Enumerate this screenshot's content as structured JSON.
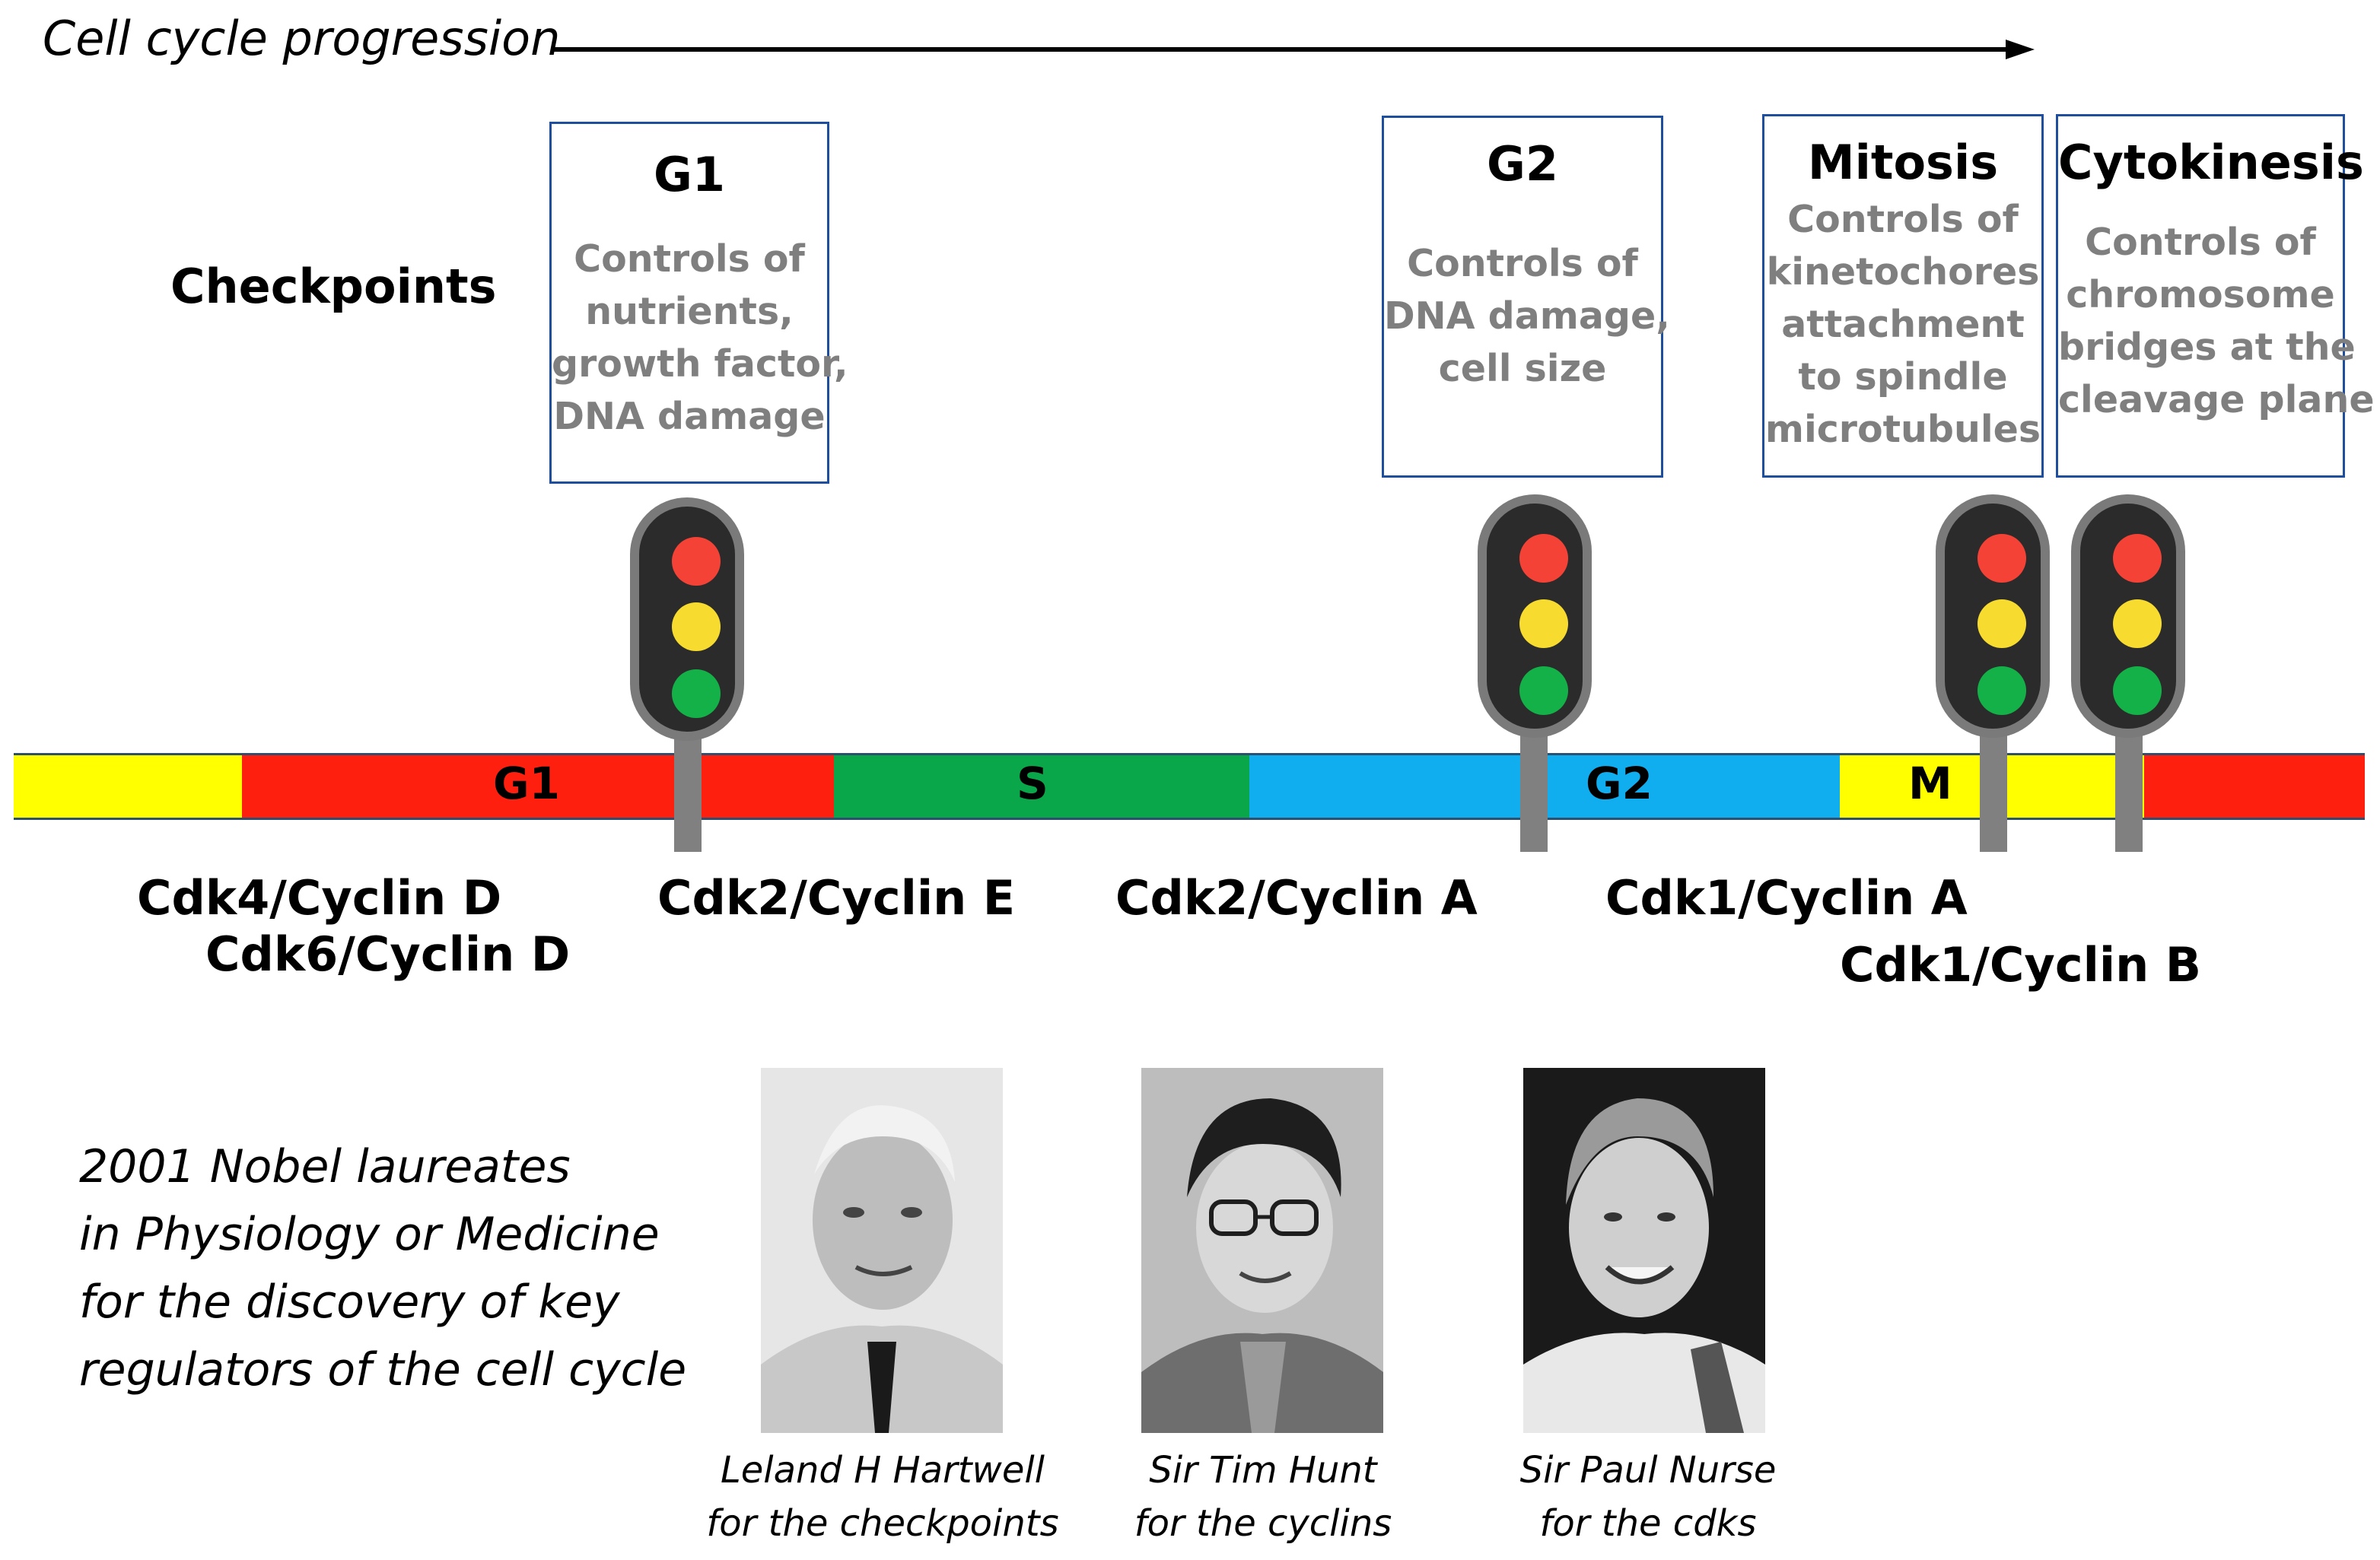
{
  "progress": {
    "title": "Cell cycle progression"
  },
  "checkpoints_label": "Checkpoints",
  "checkpoint_boxes": [
    {
      "title": "G1",
      "desc": [
        "Controls of",
        "nutrients,",
        "growth factor,",
        "DNA damage"
      ]
    },
    {
      "title": "G2",
      "desc": [
        "Controls of",
        "DNA damage,",
        "cell size"
      ]
    },
    {
      "title": "Mitosis",
      "desc": [
        "Controls of",
        "kinetochores",
        "attachment",
        "to spindle",
        "microtubules"
      ]
    },
    {
      "title": "Cytokinesis",
      "desc": [
        "Controls of",
        "chromosome",
        "bridges at the",
        "cleavage plane"
      ]
    }
  ],
  "timeline": {
    "phases": [
      {
        "label": "G1",
        "color": "#ff1f0f"
      },
      {
        "label": "S",
        "color": "#0aa64a"
      },
      {
        "label": "G2",
        "color": "#10aeef"
      },
      {
        "label": "M",
        "color": "#ffff00"
      }
    ],
    "colors": {
      "pre_g1": "#ffff00",
      "post_m": "#ff1f0f"
    }
  },
  "cdk_labels": [
    "Cdk4/Cyclin D",
    "Cdk6/Cyclin D",
    "Cdk2/Cyclin E",
    "Cdk2/Cyclin A",
    "Cdk1/Cyclin A",
    "Cdk1/Cyclin B"
  ],
  "nobel": {
    "lines": [
      "2001 Nobel laureates",
      "in Physiology or Medicine",
      "for the discovery of key",
      "regulators of the cell cycle"
    ]
  },
  "laureates": [
    {
      "name": "Leland H Hartwell",
      "for": "for the checkpoints"
    },
    {
      "name": "Sir Tim Hunt",
      "for": "for the cyclins"
    },
    {
      "name": "Sir Paul Nurse",
      "for": "for the cdks"
    }
  ],
  "traffic_light_colors": {
    "red": "#f44336",
    "yellow": "#f7dc2f",
    "green": "#14b148",
    "housing": "#2b2b2b",
    "rim": "#7a7a7a",
    "pole": "#808080"
  }
}
